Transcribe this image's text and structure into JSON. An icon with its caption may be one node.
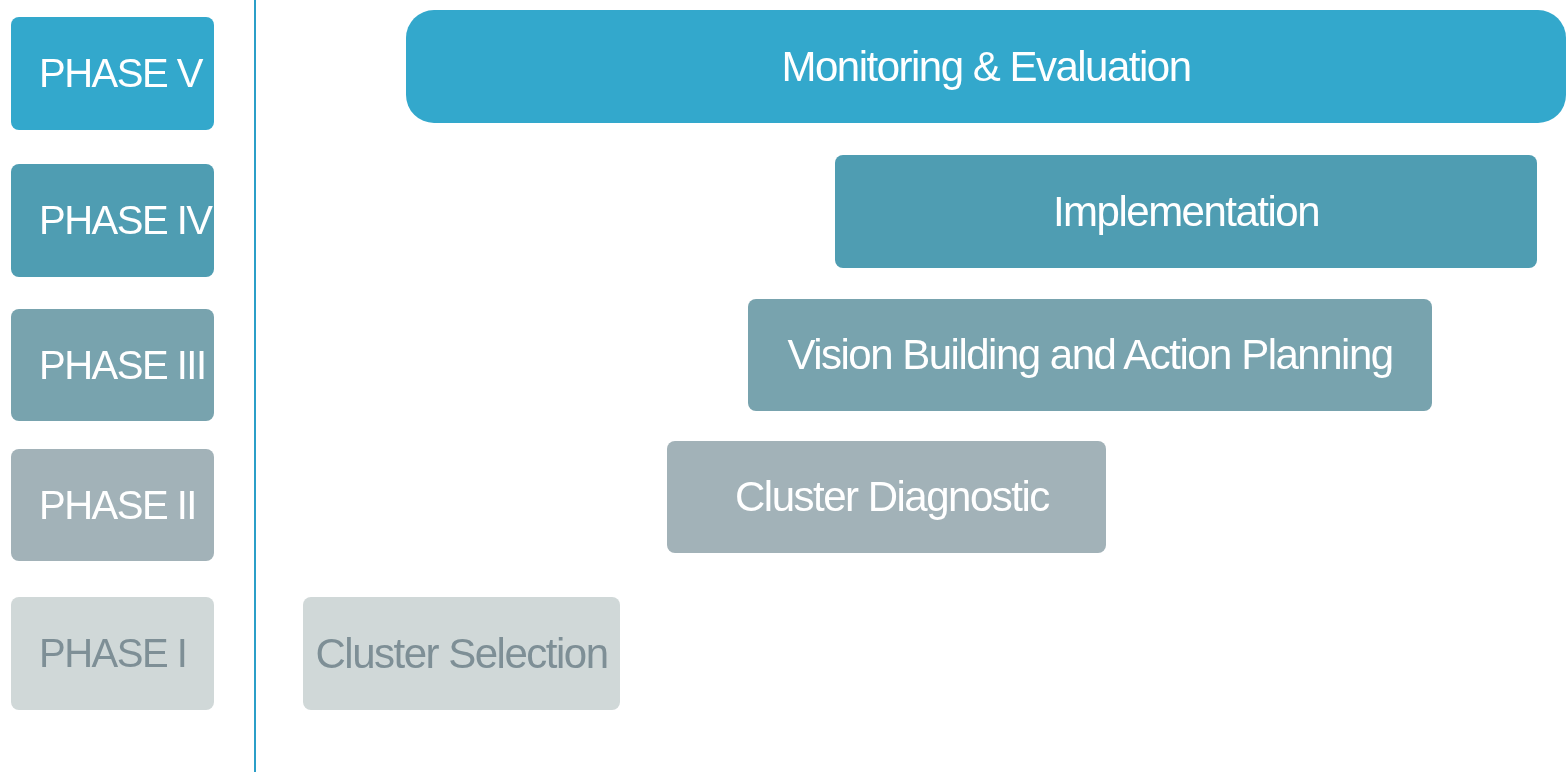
{
  "diagram": {
    "nodes": [
      {
        "text": [
          "PHASE V"
        ]
      },
      {
        "text": [
          "Monitoring & Evaluation"
        ]
      },
      {
        "text": [
          "PHASE IV"
        ]
      },
      {
        "text": [
          "Implementation"
        ]
      },
      {
        "text": [
          "PHASE III"
        ]
      },
      {
        "text": [
          "Vision Building and Action Planning"
        ]
      },
      {
        "text": [
          "PHASE II"
        ]
      },
      {
        "text": [
          "Cluster Diagnostic"
        ]
      },
      {
        "text": [
          "PHASE I"
        ]
      },
      {
        "text": [
          "Cluster Selection"
        ]
      }
    ]
  }
}
